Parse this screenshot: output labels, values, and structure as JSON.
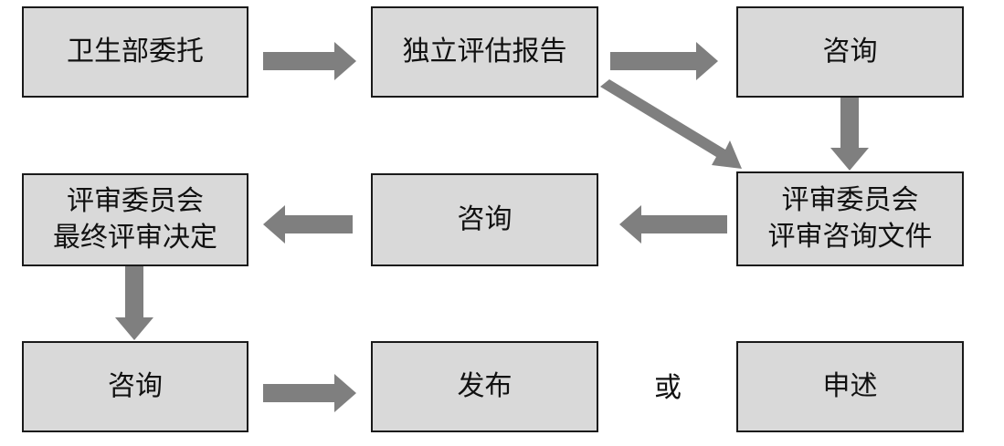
{
  "diagram": {
    "colors": {
      "box_fill": "#d9d9d9",
      "box_border": "#1a1a1a",
      "arrow": "#7f7f7f"
    },
    "nodes": {
      "moh_commission": {
        "lines": [
          "卫生部委托"
        ]
      },
      "independent_report": {
        "lines": [
          "独立评估报告"
        ]
      },
      "consultation_1": {
        "lines": [
          "咨询"
        ]
      },
      "committee_doc": {
        "lines": [
          "评审委员会",
          "评审咨询文件"
        ]
      },
      "consultation_2": {
        "lines": [
          "咨询"
        ]
      },
      "committee_final": {
        "lines": [
          "评审委员会",
          "最终评审决定"
        ]
      },
      "consultation_3": {
        "lines": [
          "咨询"
        ]
      },
      "publish": {
        "lines": [
          "发布"
        ]
      },
      "appeal": {
        "lines": [
          "申述"
        ]
      }
    },
    "or_label": "或",
    "edges": [
      {
        "from": "moh_commission",
        "to": "independent_report"
      },
      {
        "from": "independent_report",
        "to": "consultation_1"
      },
      {
        "from": "independent_report",
        "to": "committee_doc"
      },
      {
        "from": "consultation_1",
        "to": "committee_doc"
      },
      {
        "from": "committee_doc",
        "to": "consultation_2"
      },
      {
        "from": "consultation_2",
        "to": "committee_final"
      },
      {
        "from": "committee_final",
        "to": "consultation_3"
      },
      {
        "from": "consultation_3",
        "to": "publish"
      }
    ]
  }
}
